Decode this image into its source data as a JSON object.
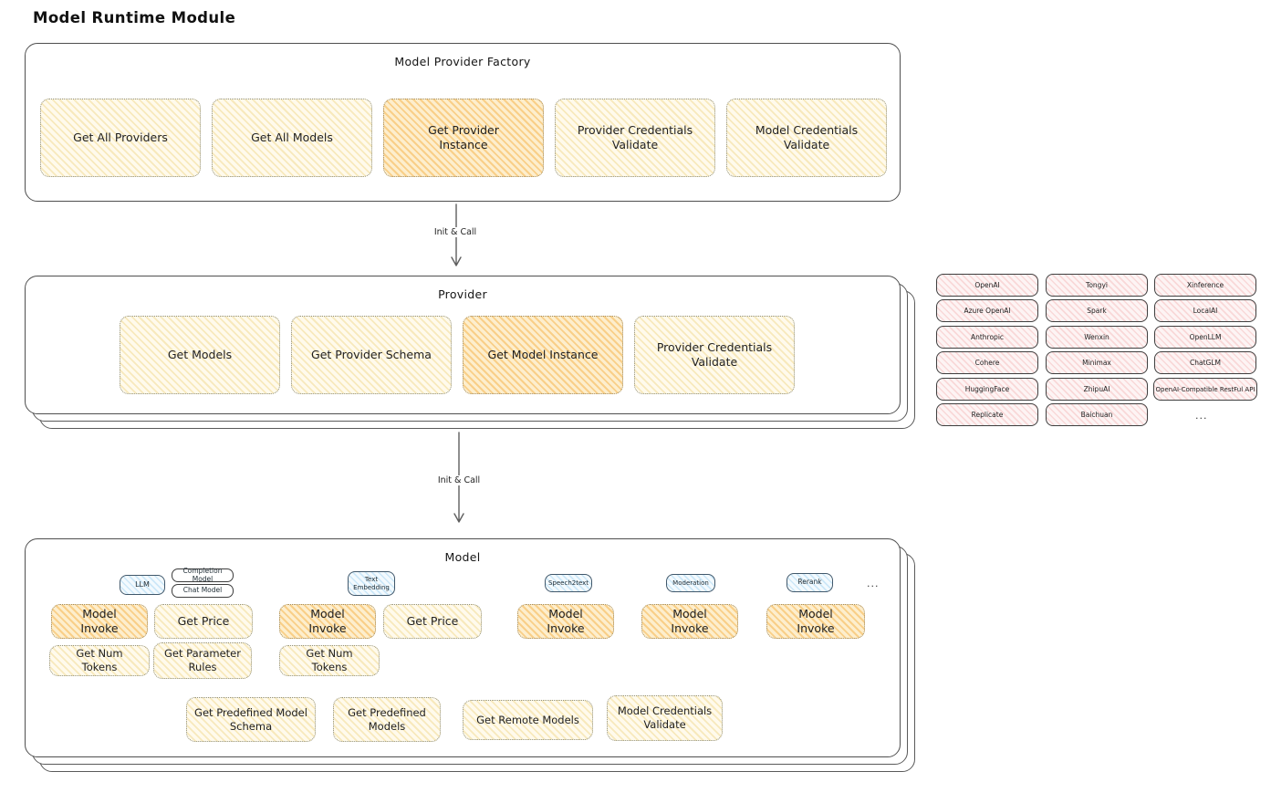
{
  "page_title": "Model Runtime Module",
  "palette": {
    "highlight_orange": "#f6b650",
    "soft_yellow": "#fdf3d3",
    "provider_pink": "#fbe4e4",
    "tag_blue": "#d8ecf9"
  },
  "factory": {
    "title": "Model Provider Factory",
    "items": [
      {
        "label": "Get All Providers",
        "highlighted": false
      },
      {
        "label": "Get All Models",
        "highlighted": false
      },
      {
        "label": "Get Provider Instance",
        "highlighted": true
      },
      {
        "label": "Provider Credentials Validate",
        "highlighted": false
      },
      {
        "label": "Model Credentials Validate",
        "highlighted": false
      }
    ]
  },
  "arrow1": {
    "label": "Init & Call"
  },
  "provider": {
    "title": "Provider",
    "items": [
      {
        "label": "Get Models",
        "highlighted": false
      },
      {
        "label": "Get Provider Schema",
        "highlighted": false
      },
      {
        "label": "Get Model Instance",
        "highlighted": true
      },
      {
        "label": "Provider Credentials Validate",
        "highlighted": false
      }
    ]
  },
  "providers_grid": {
    "col1": [
      "OpenAI",
      "Azure OpenAI",
      "Anthropic",
      "Cohere",
      "HuggingFace",
      "Replicate"
    ],
    "col2": [
      "Tongyi",
      "Spark",
      "Wenxin",
      "Minimax",
      "ZhipuAI",
      "Baichuan"
    ],
    "col3": [
      "Xinference",
      "LocalAI",
      "OpenLLM",
      "ChatGLM",
      "OpenAI-Compatible RestFul API"
    ],
    "more": "..."
  },
  "arrow2": {
    "label": "Init & Call"
  },
  "model": {
    "title": "Model",
    "tags": {
      "llm": "LLM",
      "completion": "Completion Model",
      "chat": "Chat Model",
      "text_embedding": "Text Embedding",
      "speech2text": "Speech2text",
      "moderation": "Moderation",
      "rerank": "Rerank",
      "more": "..."
    },
    "row1": [
      {
        "label": "Model Invoke"
      },
      {
        "label": "Get Price"
      },
      {
        "label": "Model Invoke"
      },
      {
        "label": "Get Price"
      },
      {
        "label": "Model Invoke"
      },
      {
        "label": "Model Invoke"
      },
      {
        "label": "Model Invoke"
      }
    ],
    "row2": [
      {
        "label": "Get Num Tokens"
      },
      {
        "label": "Get Parameter Rules"
      },
      {
        "label": "Get Num Tokens"
      }
    ],
    "row3": [
      {
        "label": "Get Predefined Model Schema"
      },
      {
        "label": "Get Predefined Models"
      },
      {
        "label": "Get Remote Models"
      },
      {
        "label": "Model Credentials Validate"
      }
    ]
  }
}
